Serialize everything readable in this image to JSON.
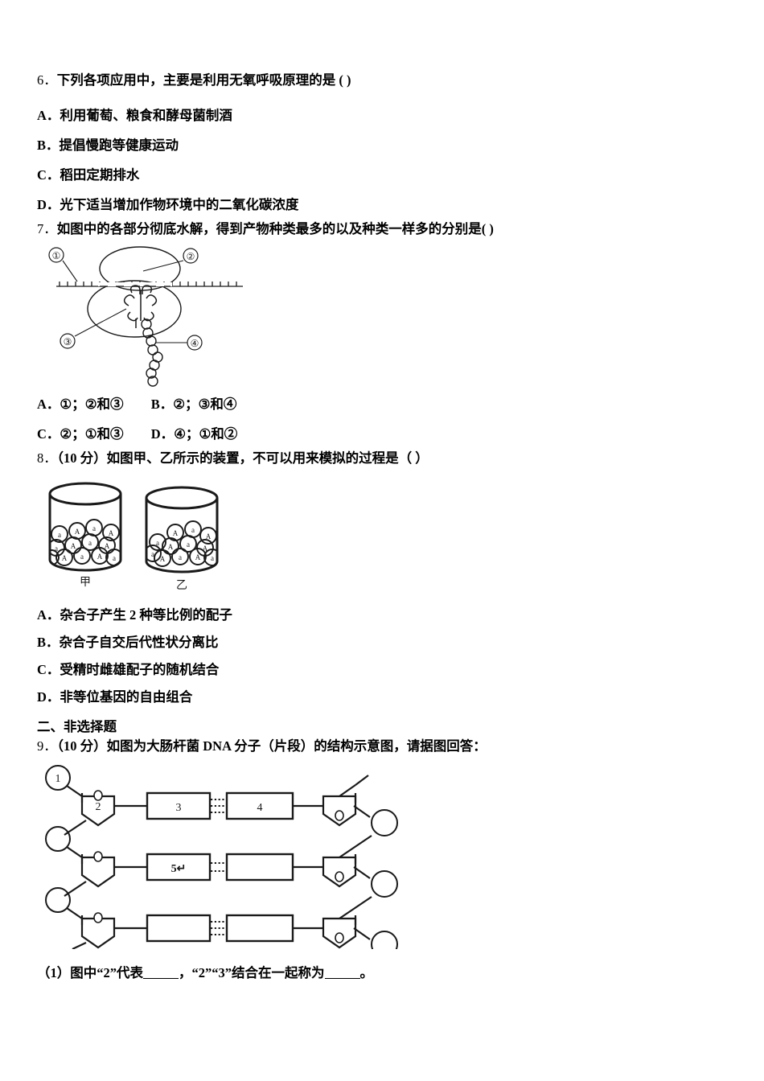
{
  "document": {
    "language": "zh-CN",
    "type": "exam-paper"
  },
  "q6": {
    "number": "6．",
    "stem": "下列各项应用中，主要是利用无氧呼吸原理的是 ( )",
    "options": [
      {
        "label": "A．",
        "text": "利用葡萄、粮食和酵母菌制酒"
      },
      {
        "label": "B．",
        "text": "提倡慢跑等健康运动"
      },
      {
        "label": "C．",
        "text": "稻田定期排水"
      },
      {
        "label": "D．",
        "text": "光下适当增加作物环境中的二氧化碳浓度"
      }
    ]
  },
  "q7": {
    "number": "7．",
    "stem": "如图中的各部分彻底水解，得到产物种类最多的以及种类一样多的分别是(        )",
    "figure": {
      "name": "ribosome-translation-diagram",
      "callouts": [
        "①",
        "②",
        "③",
        "④"
      ],
      "description": "mRNA 链与核糖体、tRNA 和肽链示意图"
    },
    "option_rows": [
      [
        {
          "label": "A．",
          "text": "①；②和③"
        },
        {
          "label": "B．",
          "text": "②；③和④"
        }
      ],
      [
        {
          "label": "C．",
          "text": "②；①和③"
        },
        {
          "label": "D．",
          "text": "④；①和②"
        }
      ]
    ]
  },
  "q8": {
    "number": "8．",
    "stem": "（10 分）如图甲、乙所示的装置，不可以用来模拟的过程是（        ）",
    "figure": {
      "name": "gamete-simulation-containers",
      "container_labels": [
        "甲",
        "乙"
      ],
      "ball_labels": [
        "A",
        "a"
      ],
      "description": "两个装有标记 A 和 a 小球的圆桶装置"
    },
    "options": [
      {
        "label": "A．",
        "text": "杂合子产生 2 种等比例的配子"
      },
      {
        "label": "B．",
        "text": "杂合子自交后代性状分离比"
      },
      {
        "label": "C．",
        "text": "受精时雌雄配子的随机结合"
      },
      {
        "label": "D．",
        "text": "非等位基因的自由组合"
      }
    ]
  },
  "section2": {
    "heading": "二、非选择题"
  },
  "q9": {
    "number": "9．",
    "stem": "（10 分）如图为大肠杆菌 DNA 分子（片段）的结构示意图，请据图回答：",
    "figure": {
      "name": "dna-structure-diagram",
      "labels": [
        "1",
        "2",
        "3",
        "4",
        "5↵"
      ],
      "sugar_atom_label": "O",
      "hydrogen_bonds_per_row": [
        3,
        2,
        3
      ],
      "description": "DNA 双链片段：磷酸（圆）、脱氧核糖（五边形）、碱基（方框）及氢键"
    },
    "sub_questions": [
      {
        "label": "（1）",
        "text_before": "图中“2”代表",
        "text_middle": "，“2”“3”结合在一起称为",
        "text_after": "。"
      }
    ]
  },
  "colors": {
    "ink": "#1a1a1a",
    "paper": "#ffffff",
    "text": "#000000"
  }
}
